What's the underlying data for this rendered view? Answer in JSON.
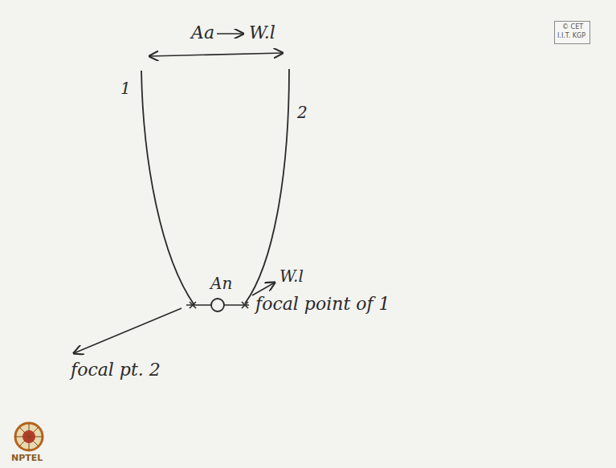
{
  "diagram": {
    "labels": [
      "Aa",
      "W.l",
      "1",
      "2",
      "An",
      "W.l",
      "focal point of 1",
      "focal pt. 2",
      "© CET",
      "I.I.T. KGP",
      "NPTEL"
    ]
  }
}
